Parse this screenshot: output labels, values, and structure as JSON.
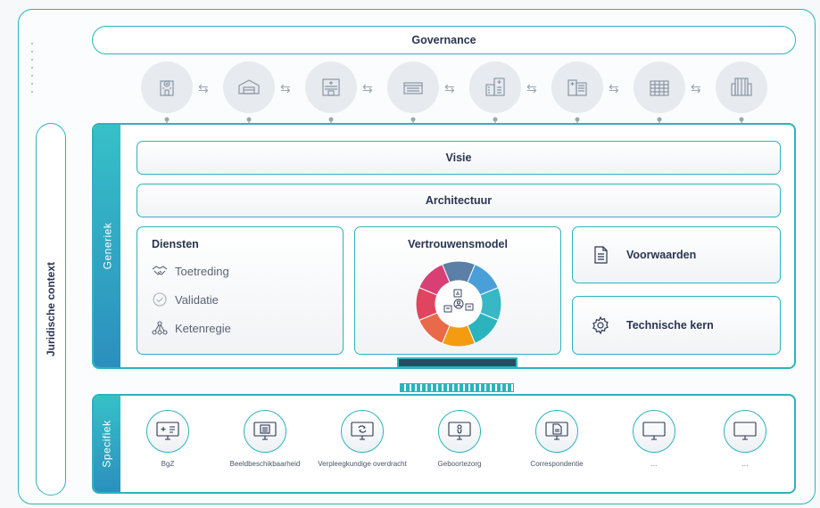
{
  "governance": "Governance",
  "juridische_context": "Juridische context",
  "generiek": {
    "tab_label": "Generiek",
    "visie": "Visie",
    "architectuur": "Architectuur",
    "diensten": {
      "title": "Diensten",
      "items": [
        {
          "label": "Toetreding",
          "icon": "handshake-icon"
        },
        {
          "label": "Validatie",
          "icon": "check-circle-icon"
        },
        {
          "label": "Ketenregie",
          "icon": "network-icon"
        }
      ]
    },
    "vertrouwensmodel": {
      "title": "Vertrouwensmodel",
      "segment_colors": [
        "#5b7fa6",
        "#4a9fd8",
        "#38b7c4",
        "#2bb4bd",
        "#f39c12",
        "#e86a4a",
        "#e04560",
        "#d84075"
      ]
    },
    "voorwaarden": {
      "title": "Voorwaarden",
      "icon": "document-icon"
    },
    "technische_kern": {
      "title": "Technische kern",
      "icon": "gear-icon"
    }
  },
  "specifiek": {
    "tab_label": "Specifiek",
    "apps": [
      {
        "label": "BgZ",
        "icon": "medical-record-icon"
      },
      {
        "label": "Beeldbeschikbaarheid",
        "icon": "image-icon"
      },
      {
        "label": "Verpleegkundige overdracht",
        "icon": "transfer-icon"
      },
      {
        "label": "Geboortezorg",
        "icon": "baby-icon"
      },
      {
        "label": "Correspondentie",
        "icon": "pdf-icon"
      },
      {
        "label": "...",
        "icon": "monitor-icon"
      },
      {
        "label": "...",
        "icon": "monitor-icon"
      }
    ]
  },
  "organizations": [
    {
      "icon": "hospital-icon"
    },
    {
      "icon": "warehouse-icon"
    },
    {
      "icon": "clinic-icon"
    },
    {
      "icon": "shop-icon"
    },
    {
      "icon": "hospital-building-icon"
    },
    {
      "icon": "medical-center-icon"
    },
    {
      "icon": "office-building-icon"
    },
    {
      "icon": "apartment-building-icon"
    }
  ],
  "colors": {
    "accent": "#2bb4bd",
    "dark": "#2a3550",
    "org_circle": "#e7eaef"
  }
}
